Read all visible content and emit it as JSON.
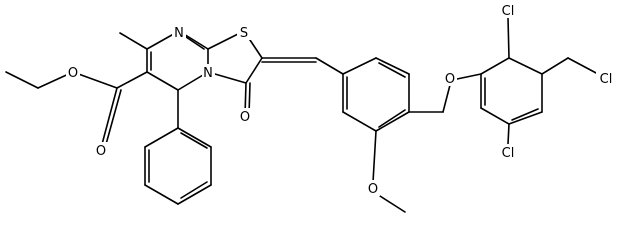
{
  "molecule": {
    "atoms": [
      {
        "id": "n_top",
        "text": "N"
      },
      {
        "id": "s_ring",
        "text": "S"
      },
      {
        "id": "n_ring",
        "text": "N"
      },
      {
        "id": "o_keto",
        "text": "O"
      },
      {
        "id": "o_est1",
        "text": "O"
      },
      {
        "id": "o_est2",
        "text": "O"
      },
      {
        "id": "o_meo",
        "text": "O"
      },
      {
        "id": "o_eth",
        "text": "O"
      },
      {
        "id": "cl_1",
        "text": "Cl"
      },
      {
        "id": "cl_2",
        "text": "Cl"
      },
      {
        "id": "cl_3",
        "text": "Cl"
      }
    ]
  }
}
